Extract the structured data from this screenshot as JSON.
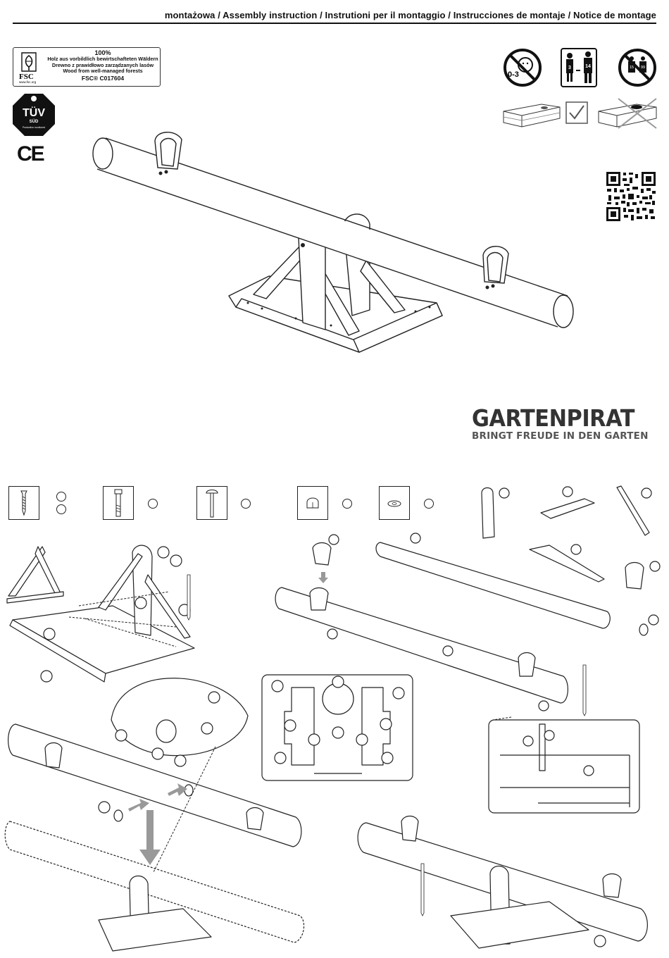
{
  "header": {
    "title": "montażowa / Assembly instruction / Instrutioni per il montaggio / Instrucciones de montaje / Notice de montage"
  },
  "fsc": {
    "percent": "100%",
    "line1": "Holz aus vorbildlich bewirtschafteten Wäldern",
    "line2": "Drewno z prawidłowo zarządzanych lasów",
    "line3": "Wood from well-managed forests",
    "license": "FSC® C017604",
    "logo_label": "FSC",
    "site": "www.fsc.org"
  },
  "tuv": {
    "label": "TÜV",
    "sub": "SÜD",
    "small": "Production monitored"
  },
  "ce": "CE",
  "age_warning": {
    "label": "0-3"
  },
  "age_range": {
    "min": "3",
    "max": "14"
  },
  "weight_warning": {
    "min": "15",
    "max": "99"
  },
  "brand": {
    "name": "GARTENPIRAT",
    "tagline": "BRINGT FREUDE IN DEN GARTEN"
  },
  "icons": [
    "fsc-tree-icon",
    "tuv-seal-icon",
    "ce-mark-icon",
    "no-children-0-3-icon",
    "age-range-icon",
    "no-weight-icon",
    "level-ground-icon",
    "check-icon",
    "uneven-ground-icon",
    "qr-code-icon",
    "screw-icon",
    "bolt-icon",
    "carriage-bolt-icon",
    "cap-nut-icon",
    "washer-icon",
    "drill-icon"
  ]
}
